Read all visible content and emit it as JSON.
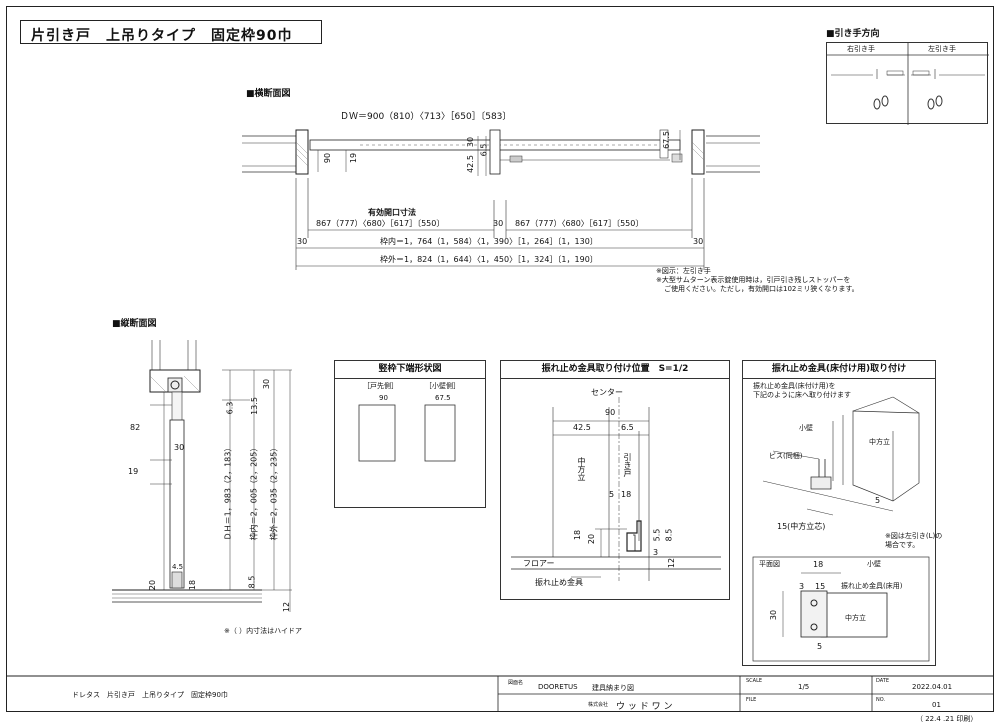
{
  "title": "片引き戸　上吊りタイプ　固定枠90巾",
  "door_direction": {
    "header": "■引き手方向",
    "right": "右引き手",
    "left": "左引き手"
  },
  "horizontal_section": {
    "header": "■横断面図",
    "dw": "ＤＷ＝900（810）〈713〉［650］〔583〕",
    "dims": {
      "d90": "90",
      "d19": "19",
      "d30": "30",
      "d65": "6.5",
      "d425": "42.5",
      "d675": "67.5"
    },
    "effective_title": "有効開口寸法",
    "effective_left": "867（777）〈680〉［617］〔550〕",
    "mid30": "30",
    "effective_right": "867（777）〈680〉［617］〔550〕",
    "side30_left": "30",
    "side30_right": "30",
    "inner": "枠内＝1，764（1，584）〈1，390〉［1，264］〔1，130〕",
    "outer": "枠外＝1，824（1，644）〈1，450〉［1，324］〔1，190〕"
  },
  "notes": [
    "※図示：左引き手",
    "※大型サムターン表示錠使用時は，引戸引き残しストッパーを",
    "ご使用ください。ただし，有効開口は102ミリ狭くなります。"
  ],
  "vertical_section": {
    "header": "■縦断面図",
    "d82": "82",
    "d30a": "30",
    "d19": "19",
    "d45": "4.5",
    "d20": "20",
    "d18": "18",
    "d30top": "30",
    "d63": "6.3",
    "d135": "13.5",
    "d85": "8.5",
    "d12": "12",
    "dh": "ＤＨ＝1，983（2，183）",
    "inner": "枠内＝2，005（2，205）",
    "outer": "枠外＝2，035（2，235）",
    "note": "※（ ）内寸法はハイドア"
  },
  "panel_shape": {
    "title": "竪枠下端形状図",
    "left_label": "［戸先側］",
    "right_label": "［小壁側］",
    "left_dim": "90",
    "right_dim": "67.5"
  },
  "panel_position": {
    "title": "振れ止め金具取り付け位置　S=1/2",
    "center": "センター",
    "d90": "90",
    "d425": "42.5",
    "d65": "6.5",
    "naka": "中方立",
    "hikido": "引き戸",
    "d5": "5",
    "d18a": "18",
    "d18b": "18",
    "d20": "20",
    "d55": "5.5",
    "d85": "8.5",
    "d3": "3",
    "d12": "12",
    "floor": "フロアー",
    "fitting": "振れ止め金具"
  },
  "panel_install": {
    "title": "振れ止め金具(床付け用)取り付け",
    "desc1": "振れ止め金具(床付け用)を",
    "desc2": "下記のように床へ取り付けます",
    "kokabe": "小壁",
    "naka": "中方立",
    "screw": "ビス(同梱)",
    "d5": "5",
    "center15": "15(中方立芯)",
    "note1": "※図は左引き(L)の",
    "note2": "場合です。",
    "plan": "平面図",
    "kokabe2": "小壁",
    "d18": "18",
    "d3": "3",
    "d15": "15",
    "fitting": "振れ止め金具(床用)",
    "d30": "30",
    "naka2": "中方立",
    "d5b": "5"
  },
  "title_block": {
    "drawing_name": "ドレタス　片引き戸　上吊りタイプ　固定枠90巾",
    "label_mei": "図面名",
    "brand": "DOORETUS",
    "doc": "建具納まり図",
    "scale_label": "SCALE",
    "scale": "1/5",
    "date_label": "DATE",
    "date": "2022.04.01",
    "company_label": "株式会社",
    "company": "ウ ッ ド ワ ン",
    "file_label": "FILE",
    "no_label": "NO.",
    "no": "01",
    "printed": "（ 22.4 .21 印刷）"
  }
}
